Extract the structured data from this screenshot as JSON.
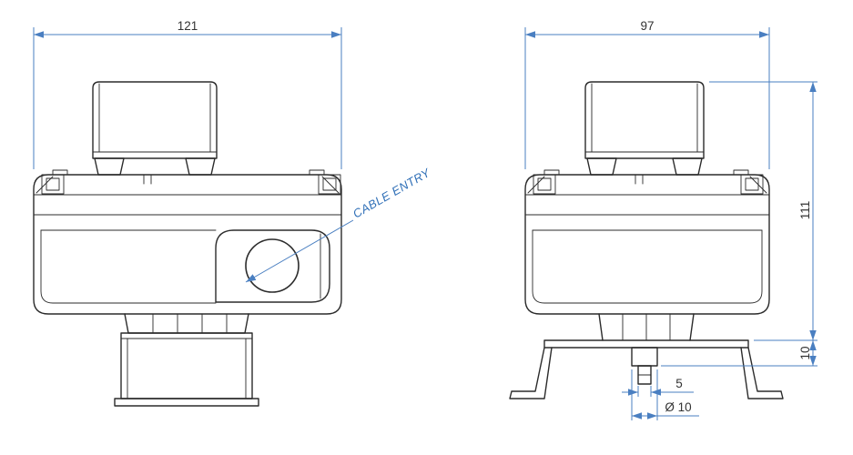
{
  "drawing": {
    "front_view": {
      "width_dim": "121"
    },
    "side_view": {
      "width_dim": "97",
      "height_dim": "111",
      "offset_dim": "10",
      "stem_width_dim": "5",
      "stem_diameter_dim": "Ø 10"
    },
    "annotations": {
      "cable_entry": "CABLE ENTRY"
    },
    "colors": {
      "dimension_lines": "#4a7fc1",
      "annotation_text": "#2f6fb7",
      "dimension_text": "#333333",
      "outline": "#2b2b2b",
      "background": "#ffffff"
    }
  }
}
